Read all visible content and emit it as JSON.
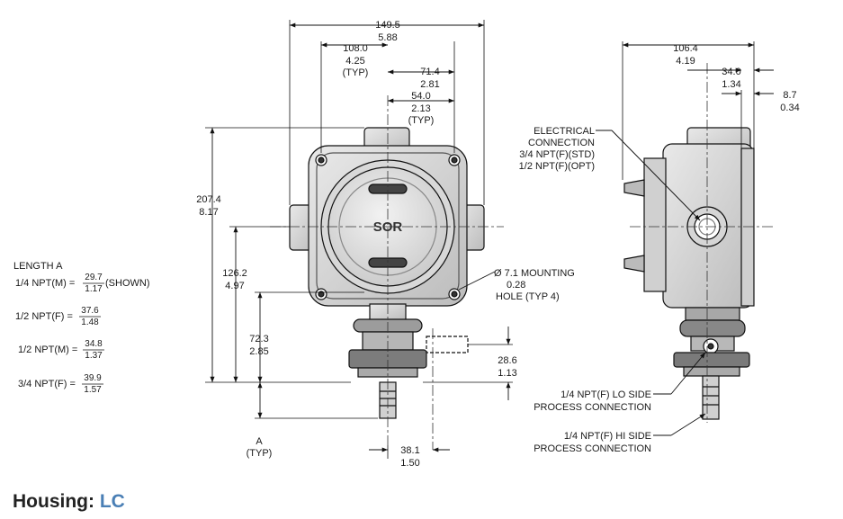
{
  "title": {
    "prefix": "Housing:",
    "accent": "LC"
  },
  "logo_text": "SOR",
  "front_view": {
    "overall_width": [
      "149.5",
      "5.88"
    ],
    "hole_spacing": [
      "108.0",
      "4.25",
      "(TYP)"
    ],
    "half_width": [
      "71.4",
      "2.81"
    ],
    "hole_offset": [
      "54.0",
      "2.13",
      "(TYP)"
    ],
    "overall_height": [
      "207.4",
      "8.17"
    ],
    "center_height": [
      "126.2",
      "4.97"
    ],
    "fitting_height": [
      "72.3",
      "2.85"
    ],
    "port_height": [
      "28.6",
      "1.13"
    ],
    "port_offset": [
      "38.1",
      "1.50"
    ],
    "length_a": [
      "A",
      "(TYP)"
    ],
    "mounting_hole": [
      "Ø 7.1   MOUNTING",
      "0.28",
      "HOLE (TYP 4)"
    ]
  },
  "side_view": {
    "depth": [
      "106.4",
      "4.19"
    ],
    "offset": [
      "34.0",
      "1.34"
    ],
    "flange": [
      "8.7",
      "0.34"
    ],
    "electrical": [
      "ELECTRICAL",
      "CONNECTION",
      "3/4 NPT(F)(STD)",
      "1/2 NPT(F)(OPT)"
    ],
    "lo_side": [
      "1/4 NPT(F) LO SIDE",
      "PROCESS CONNECTION"
    ],
    "hi_side": [
      "1/4 NPT(F) HI SIDE",
      "PROCESS CONNECTION"
    ]
  },
  "length_table": {
    "heading": "LENGTH A",
    "rows": [
      {
        "label": "1/4 NPT(M) =",
        "mm": "29.7",
        "in": "1.17",
        "note": "(SHOWN)"
      },
      {
        "label": "1/2 NPT(F) =",
        "mm": "37.6",
        "in": "1.48",
        "note": ""
      },
      {
        "label": "1/2 NPT(M) =",
        "mm": "34.8",
        "in": "1.37",
        "note": ""
      },
      {
        "label": "3/4 NPT(F) =",
        "mm": "39.9",
        "in": "1.57",
        "note": ""
      }
    ]
  }
}
